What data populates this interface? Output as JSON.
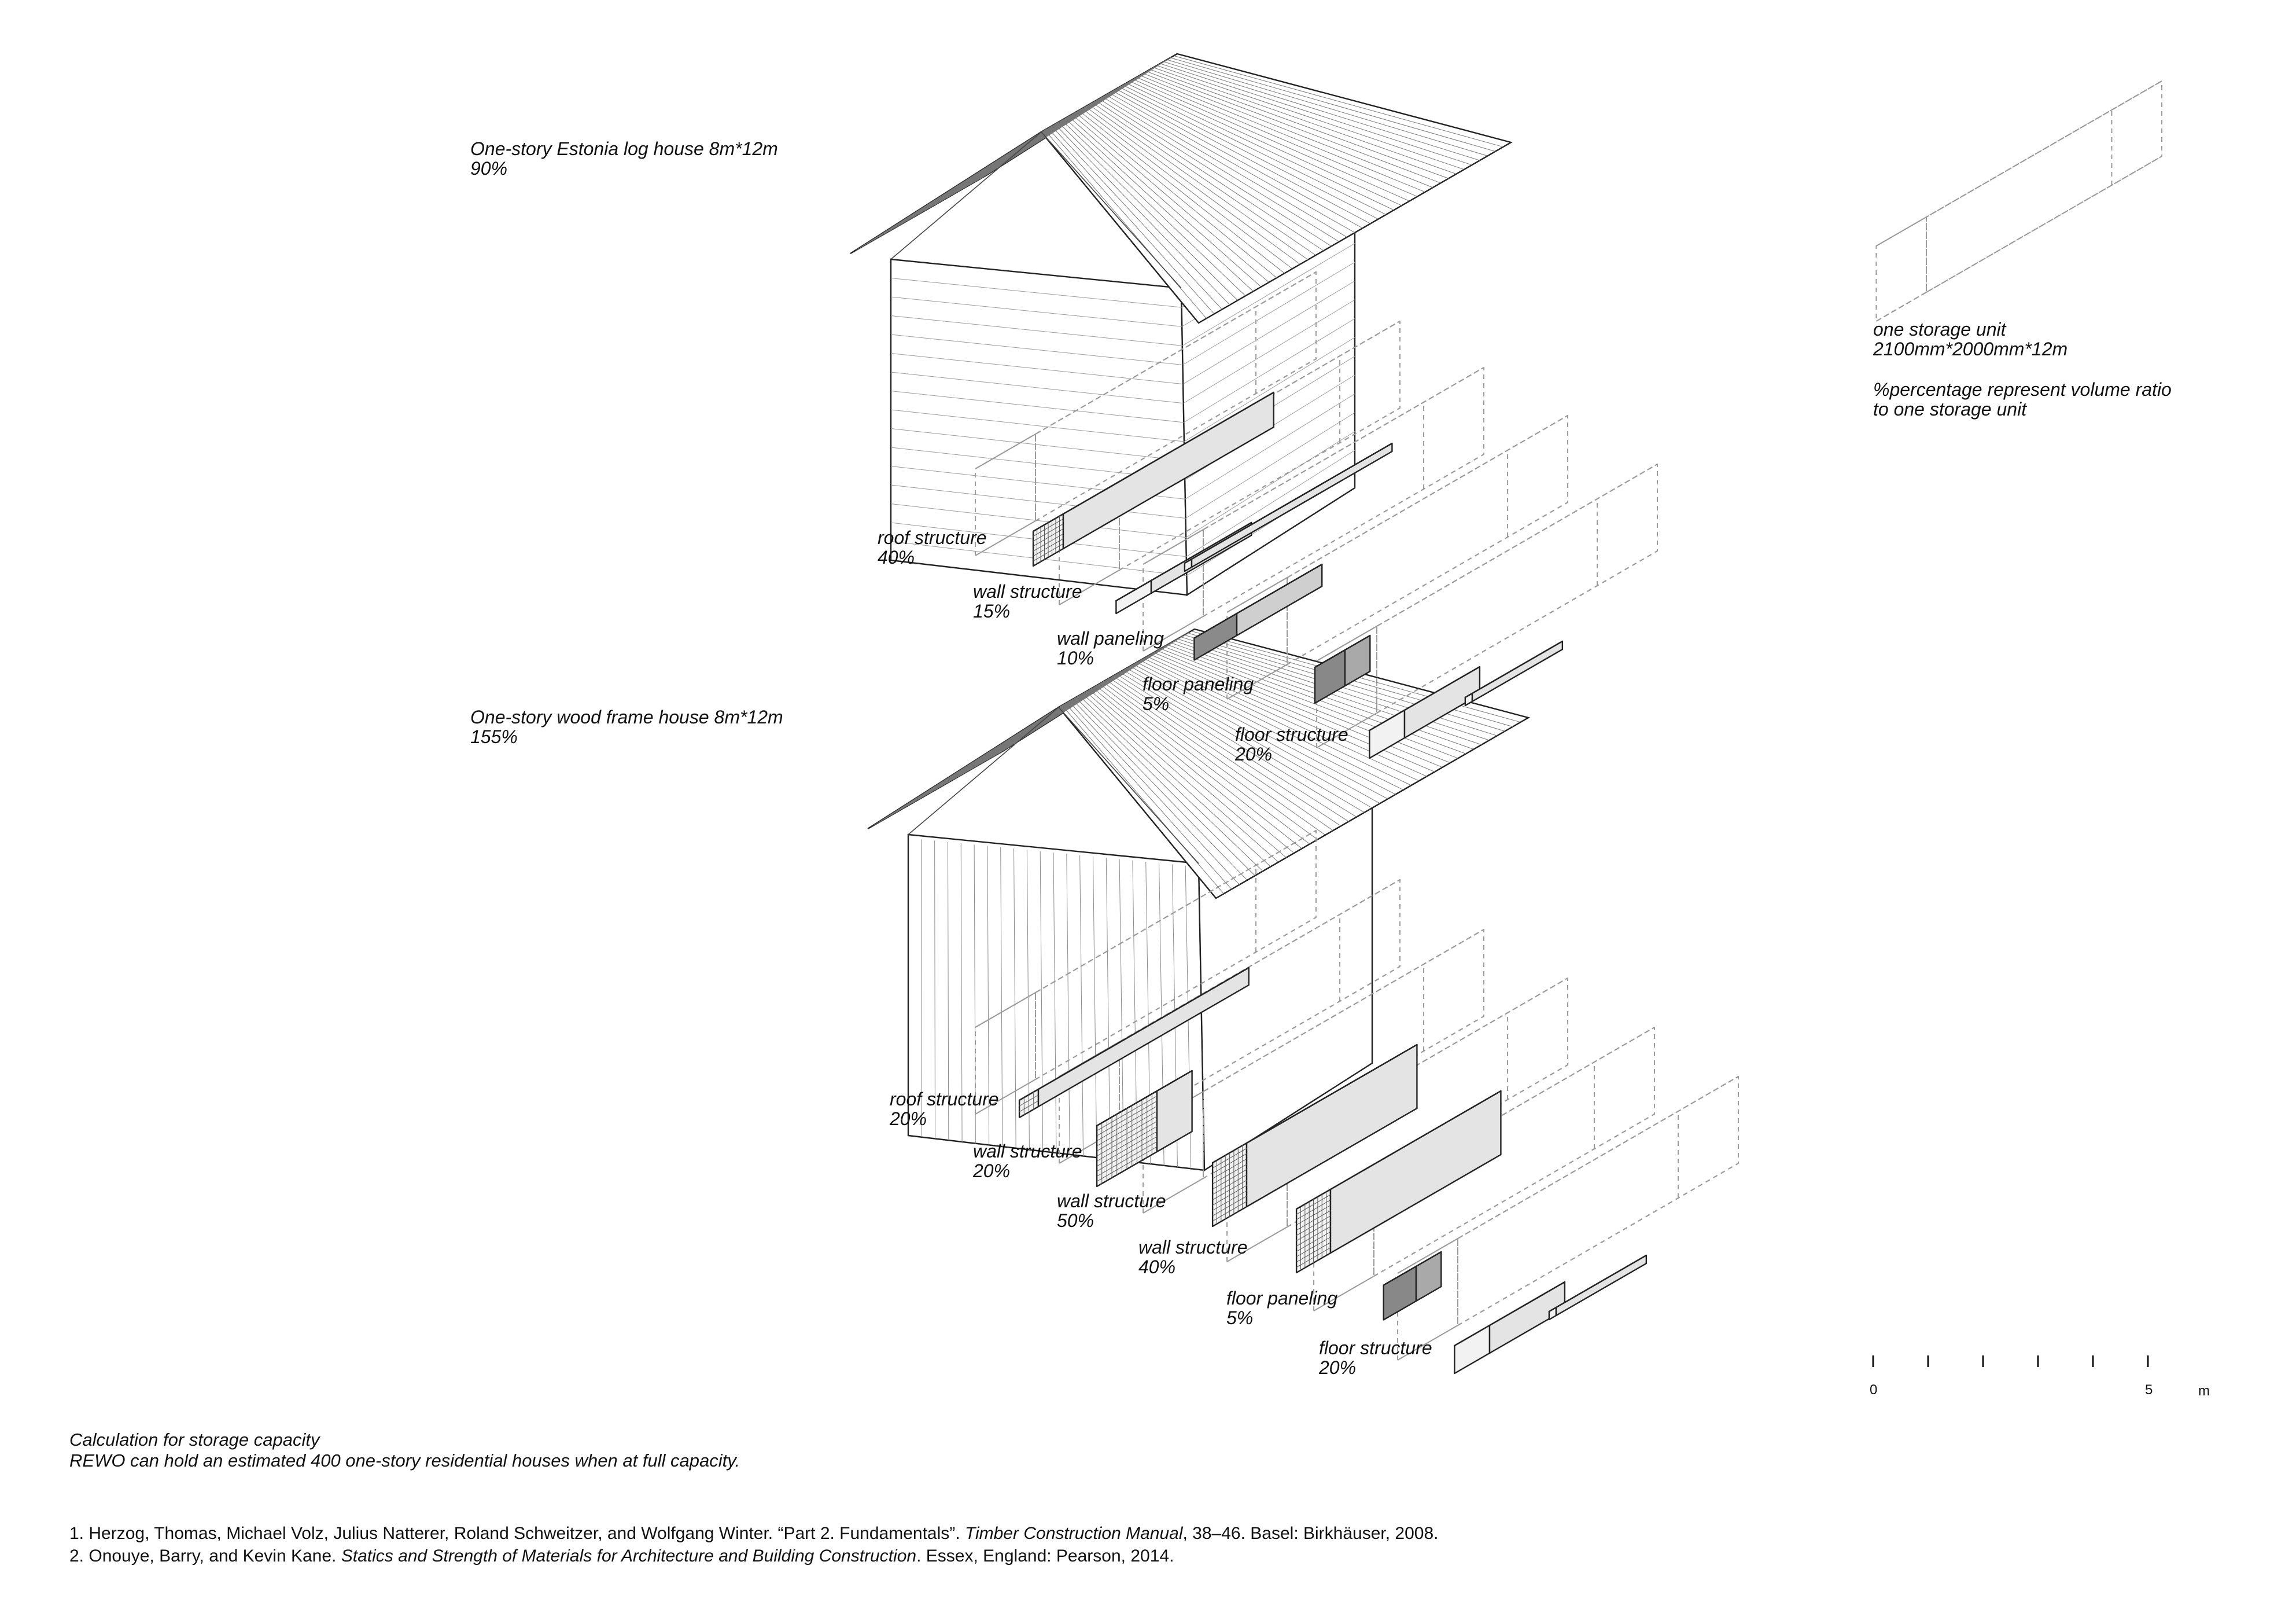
{
  "legend": {
    "unit_label": "one storage unit",
    "unit_dims": "2100mm*2000mm*12m",
    "note_line1": "%percentage represent volume ratio",
    "note_line2": "to one storage unit"
  },
  "houses": [
    {
      "title": "One-story Estonia log house 8m*12m",
      "percent": "90%",
      "components": [
        {
          "name": "roof structure",
          "percent": "40%"
        },
        {
          "name": "wall structure",
          "percent": "15%"
        },
        {
          "name": "wall paneling",
          "percent": "10%"
        },
        {
          "name": "floor paneling",
          "percent": "5%"
        },
        {
          "name": "floor structure",
          "percent": "20%"
        }
      ]
    },
    {
      "title": "One-story wood frame house 8m*12m",
      "percent": "155%",
      "components": [
        {
          "name": "roof structure",
          "percent": "20%"
        },
        {
          "name": "wall structure",
          "percent": "20%"
        },
        {
          "name": "wall structure",
          "percent": "50%"
        },
        {
          "name": "wall structure",
          "percent": "40%"
        },
        {
          "name": "floor paneling",
          "percent": "5%"
        },
        {
          "name": "floor structure",
          "percent": "20%"
        }
      ]
    }
  ],
  "scale_bar": {
    "start": "0",
    "end": "5",
    "unit": "m",
    "ticks": 6
  },
  "caption": {
    "title": "Calculation for storage capacity",
    "text": "REWO can hold an estimated 400 one-story residential houses when at full capacity."
  },
  "references": [
    {
      "pre": "1. Herzog, Thomas, Michael Volz, Julius Natterer, Roland Schweitzer, and Wolfgang Winter. “Part 2. Fundamentals”. ",
      "title": "Timber Construction Manual",
      "post": ", 38–46. Basel: Birkhäuser, 2008."
    },
    {
      "pre": "2. Onouye, Barry, and Kevin Kane. ",
      "title": "Statics and Strength of Materials for Architecture and Building Construction",
      "post": ". Essex, England: Pearson, 2014."
    }
  ]
}
